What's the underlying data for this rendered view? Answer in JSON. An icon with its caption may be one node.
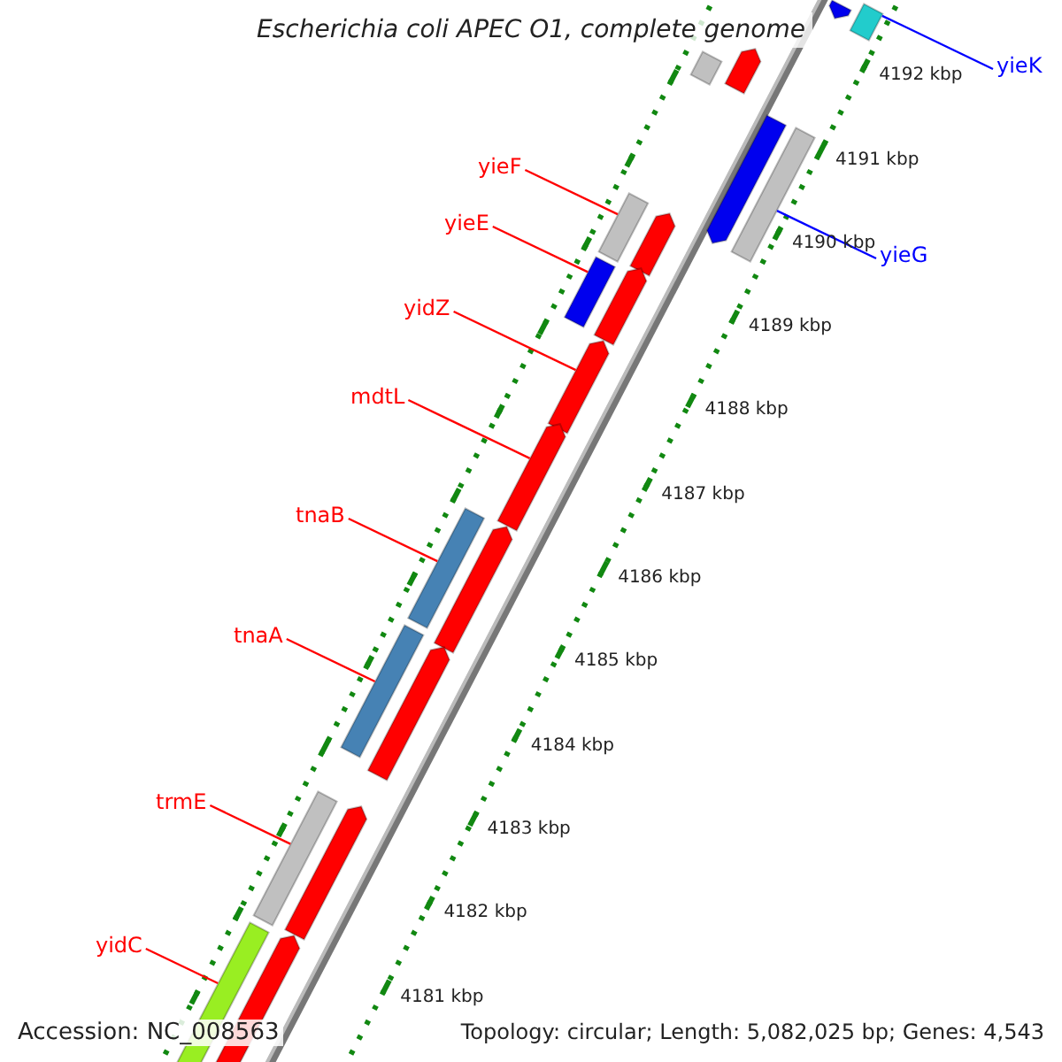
{
  "diagram": {
    "title": "Escherichia coli APEC O1, complete genome",
    "nodes": [
      {
        "text": [
          "yieK"
        ]
      },
      {
        "text": [],
        "shape": "bar"
      },
      {
        "text": [
          "yieG"
        ]
      },
      {
        "text": [],
        "shape": "bar"
      },
      {
        "text": [
          "yieF"
        ]
      },
      {
        "text": [],
        "shape": "bar"
      },
      {
        "text": [
          "yieE"
        ]
      },
      {
        "text": [],
        "shape": "bar"
      },
      {
        "text": [
          "yidZ"
        ]
      },
      {
        "text": [],
        "shape": "arrow"
      },
      {
        "text": [
          "mdtL"
        ]
      },
      {
        "text": [],
        "shape": "arrow"
      },
      {
        "text": [
          "tnaB"
        ]
      },
      {
        "text": [],
        "shape": "bar"
      },
      {
        "text": [
          "tnaA"
        ]
      },
      {
        "text": [],
        "shape": "bar"
      },
      {
        "text": [
          "trmE"
        ]
      },
      {
        "text": [],
        "shape": "bar"
      },
      {
        "text": [
          "yidC"
        ]
      },
      {
        "text": [],
        "shape": "bar"
      },
      {
        "text": [],
        "shape": "arrow"
      },
      {
        "text": [],
        "shape": "arrow"
      },
      {
        "text": [],
        "shape": "bar"
      },
      {
        "text": [],
        "shape": "arrow"
      },
      {
        "text": [],
        "shape": "arrow"
      },
      {
        "text": [],
        "shape": "arrow"
      },
      {
        "text": [],
        "shape": "arrow"
      },
      {
        "text": [],
        "shape": "arrow"
      },
      {
        "text": [],
        "shape": "arrow"
      },
      {
        "text": [],
        "shape": "arrow"
      }
    ],
    "edges": [
      {
        "from": 0,
        "to": 1,
        "arrow": "none",
        "color": "#0000ff"
      },
      {
        "from": 2,
        "to": 3,
        "arrow": "none",
        "color": "#0000ff"
      },
      {
        "from": 4,
        "to": 5,
        "arrow": "none"
      },
      {
        "from": 6,
        "to": 7,
        "arrow": "none"
      },
      {
        "from": 8,
        "to": 9,
        "arrow": "none"
      },
      {
        "from": 10,
        "to": 11,
        "arrow": "none"
      },
      {
        "from": 12,
        "to": 13,
        "arrow": "none"
      },
      {
        "from": 14,
        "to": 15,
        "arrow": "none"
      },
      {
        "from": 16,
        "to": 17,
        "arrow": "none"
      },
      {
        "from": 18,
        "to": 19,
        "arrow": "none"
      }
    ],
    "labels": [
      "4192 kbp",
      "4191 kbp",
      "4190 kbp",
      "4189 kbp",
      "4188 kbp",
      "4187 kbp",
      "4186 kbp",
      "4185 kbp",
      "4184 kbp",
      "4183 kbp",
      "4182 kbp",
      "4181 kbp",
      "Accession: NC_008563",
      "Topology: circular; Length: 5,082,025 bp; Genes: 4,543"
    ]
  }
}
